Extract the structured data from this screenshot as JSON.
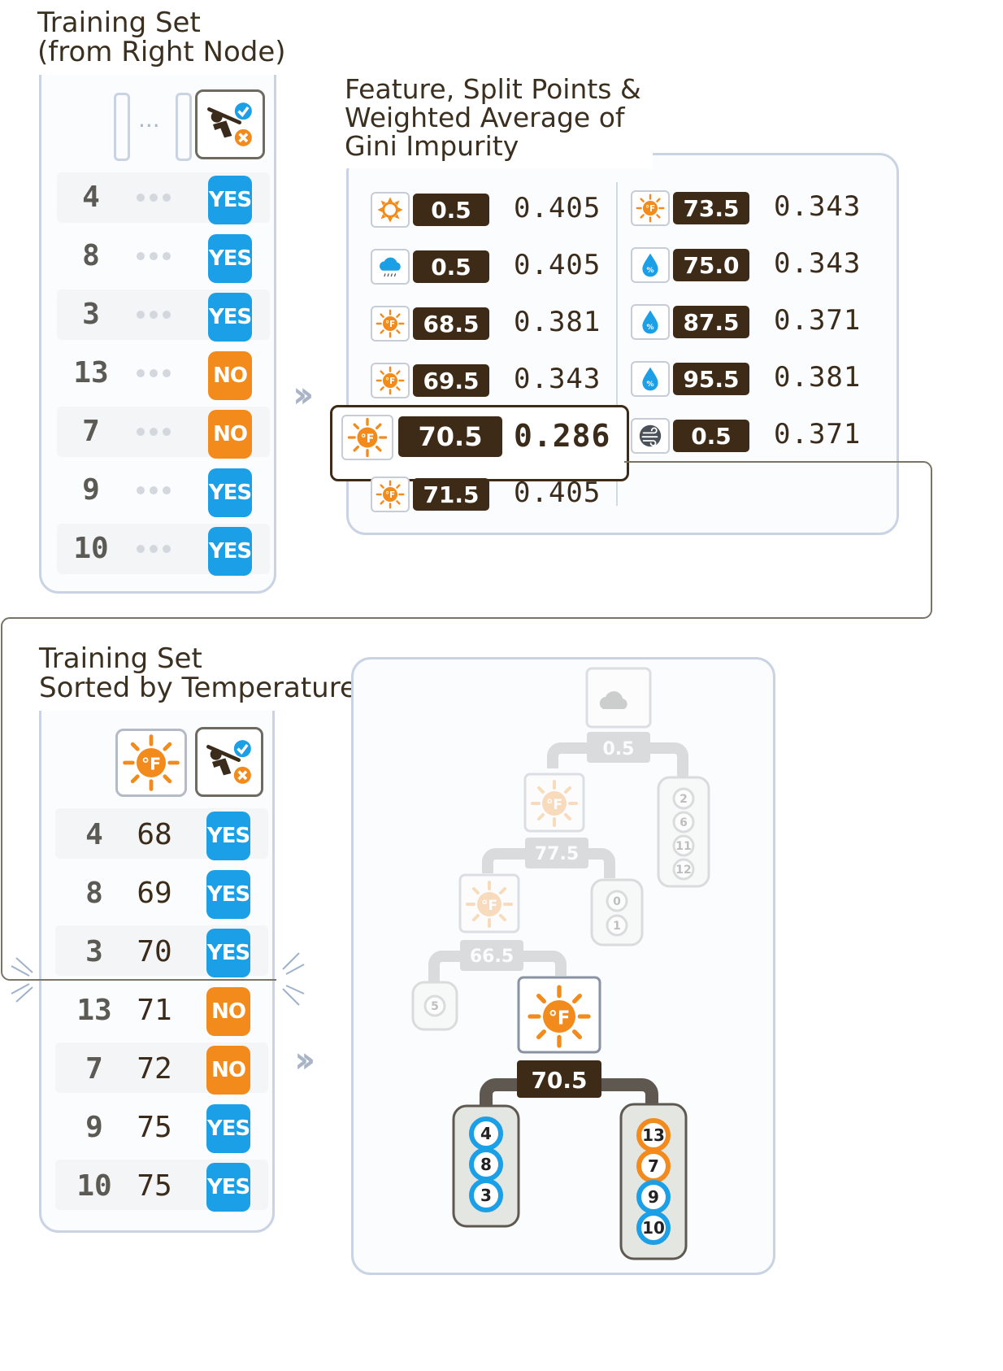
{
  "top_table": {
    "title": "Training Set\n(from Right Node)",
    "ellipsis": "...",
    "rows": [
      {
        "id": "4",
        "label": "YES"
      },
      {
        "id": "8",
        "label": "YES"
      },
      {
        "id": "3",
        "label": "YES"
      },
      {
        "id": "13",
        "label": "NO"
      },
      {
        "id": "7",
        "label": "NO"
      },
      {
        "id": "9",
        "label": "YES"
      },
      {
        "id": "10",
        "label": "YES"
      }
    ]
  },
  "splits": {
    "title": "Feature, Split Points &\nWeighted Average of\nGini Impurity",
    "left": [
      {
        "icon": "sun-icon",
        "split": "0.5",
        "gini": "0.405"
      },
      {
        "icon": "rain-cloud-icon",
        "split": "0.5",
        "gini": "0.405"
      },
      {
        "icon": "temperature-icon",
        "split": "68.5",
        "gini": "0.381"
      },
      {
        "icon": "temperature-icon",
        "split": "69.5",
        "gini": "0.343"
      },
      {
        "icon": "temperature-icon",
        "split": "70.5",
        "gini": "0.286",
        "best": true
      },
      {
        "icon": "temperature-icon",
        "split": "71.5",
        "gini": "0.405"
      }
    ],
    "right": [
      {
        "icon": "temperature-icon",
        "split": "73.5",
        "gini": "0.343"
      },
      {
        "icon": "humidity-icon",
        "split": "75.0",
        "gini": "0.343"
      },
      {
        "icon": "humidity-icon",
        "split": "87.5",
        "gini": "0.371"
      },
      {
        "icon": "humidity-icon",
        "split": "95.5",
        "gini": "0.381"
      },
      {
        "icon": "wind-icon",
        "split": "0.5",
        "gini": "0.371"
      }
    ]
  },
  "sorted_table": {
    "title": "Training Set\nSorted by Temperature",
    "rows": [
      {
        "id": "4",
        "temp": "68",
        "label": "YES"
      },
      {
        "id": "8",
        "temp": "69",
        "label": "YES"
      },
      {
        "id": "3",
        "temp": "70",
        "label": "YES"
      },
      {
        "id": "13",
        "temp": "71",
        "label": "NO"
      },
      {
        "id": "7",
        "temp": "72",
        "label": "NO"
      },
      {
        "id": "9",
        "temp": "75",
        "label": "YES"
      },
      {
        "id": "10",
        "temp": "75",
        "label": "YES"
      }
    ]
  },
  "tree": {
    "faint_splits": [
      "0.5",
      "77.5",
      "66.5"
    ],
    "faint_leaf_a": [
      "2",
      "6",
      "11",
      "12"
    ],
    "faint_leaf_b": [
      "0",
      "1"
    ],
    "faint_leaf_c": [
      "5"
    ],
    "new_split": "70.5",
    "left_leaf": [
      "4",
      "8",
      "3"
    ],
    "right_leaf": [
      "13",
      "7",
      "9",
      "10"
    ]
  },
  "colors": {
    "yes": "#1b9fe6",
    "no": "#f28a1c",
    "pill": "#3d2b17",
    "border": "#c9d3e3",
    "sun": "#f28a1c"
  }
}
